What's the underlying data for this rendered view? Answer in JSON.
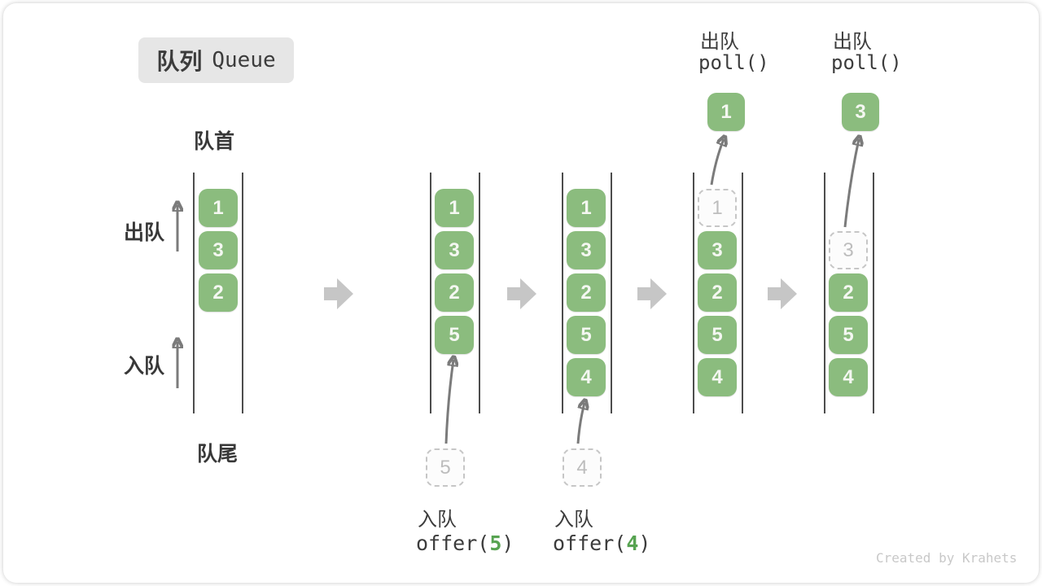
{
  "title": {
    "zh": "队列",
    "en": "Queue"
  },
  "side_labels": {
    "front": "队首",
    "rear": "队尾",
    "dequeue": "出队",
    "enqueue": "入队"
  },
  "colors": {
    "box_green": "#8BBC7E",
    "code_arg_green": "#57A351",
    "text_dark": "#3C3C3C",
    "ghost_border": "#C6C6C6",
    "ghost_text": "#BDBDBD",
    "flow_arrow_gray": "#C6C6C6",
    "thin_arrow_gray": "#7B7B7B",
    "title_badge_bg": "#E6E6E6",
    "watermark_gray": "#C8C8C8"
  },
  "queues": [
    {
      "slots": [
        {
          "value": "1"
        },
        {
          "value": "3"
        },
        {
          "value": "2"
        }
      ]
    },
    {
      "slots": [
        {
          "value": "1"
        },
        {
          "value": "3"
        },
        {
          "value": "2"
        },
        {
          "value": "5"
        }
      ],
      "pending": {
        "value": "5"
      }
    },
    {
      "slots": [
        {
          "value": "1"
        },
        {
          "value": "3"
        },
        {
          "value": "2"
        },
        {
          "value": "5"
        },
        {
          "value": "4"
        }
      ],
      "pending": {
        "value": "4"
      }
    },
    {
      "ghost": {
        "value": "1"
      },
      "slots": [
        {
          "value": "3"
        },
        {
          "value": "2"
        },
        {
          "value": "5"
        },
        {
          "value": "4"
        }
      ],
      "popped": {
        "value": "1"
      }
    },
    {
      "ghost": {
        "value": "3"
      },
      "slots": [
        {
          "value": "2"
        },
        {
          "value": "5"
        },
        {
          "value": "4"
        }
      ],
      "popped": {
        "value": "3"
      }
    }
  ],
  "operations": {
    "offer5": {
      "label": "入队",
      "code_open": "offer(",
      "arg": "5",
      "code_close": ")"
    },
    "offer4": {
      "label": "入队",
      "code_open": "offer(",
      "arg": "4",
      "code_close": ")"
    },
    "poll1": {
      "label": "出队",
      "code": "poll()"
    },
    "poll3": {
      "label": "出队",
      "code": "poll()"
    }
  },
  "watermark": "Created by Krahets"
}
